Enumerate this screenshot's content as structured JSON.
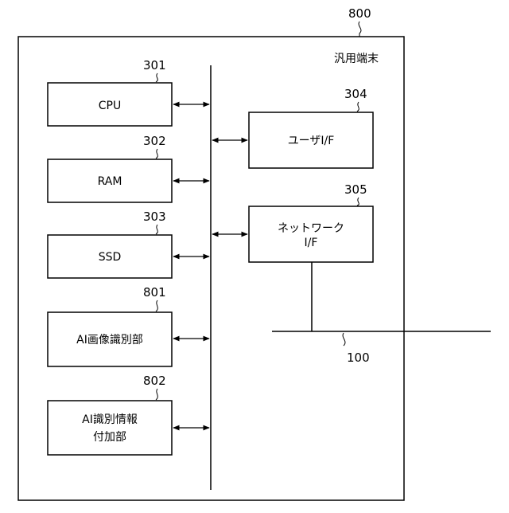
{
  "terminal": {
    "ref": "800",
    "label": "汎用端末"
  },
  "components": [
    {
      "ref": "301",
      "label": [
        "CPU"
      ]
    },
    {
      "ref": "302",
      "label": [
        "RAM"
      ]
    },
    {
      "ref": "303",
      "label": [
        "SSD"
      ]
    },
    {
      "ref": "801",
      "label": [
        "AI画像識別部"
      ]
    },
    {
      "ref": "802",
      "label": [
        "AI識別情報",
        "付加部"
      ]
    }
  ],
  "interfaces": [
    {
      "ref": "304",
      "label": [
        "ユーザI/F"
      ]
    },
    {
      "ref": "305",
      "label": [
        "ネットワーク",
        "I/F"
      ]
    }
  ],
  "network": {
    "ref": "100"
  }
}
